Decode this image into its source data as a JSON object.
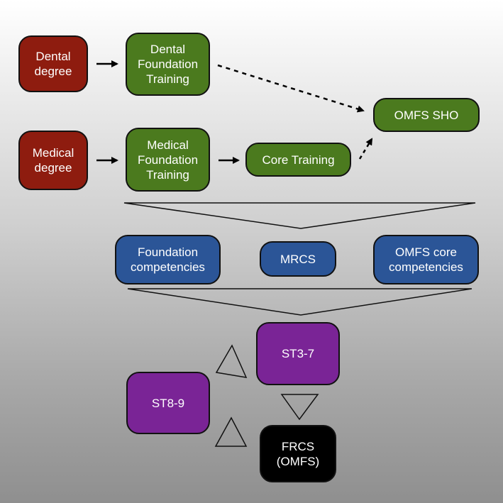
{
  "nodes": {
    "dental_degree": "Dental\ndegree",
    "dental_foundation": "Dental\nFoundation\nTraining",
    "medical_degree": "Medical\ndegree",
    "medical_foundation": "Medical\nFoundation\nTraining",
    "core_training": "Core Training",
    "omfs_sho": "OMFS SHO",
    "foundation_competencies": "Foundation\ncompetencies",
    "mrcs": "MRCS",
    "omfs_core_competencies": "OMFS core\ncompetencies",
    "st3_7": "ST3-7",
    "st8_9": "ST8-9",
    "frcs": "FRCS\n(OMFS)"
  },
  "colors": {
    "degree": "#8e1c0f",
    "training": "#4b7a1e",
    "competency": "#2b5597",
    "specialty": "#7a2496",
    "exit": "#000000"
  }
}
